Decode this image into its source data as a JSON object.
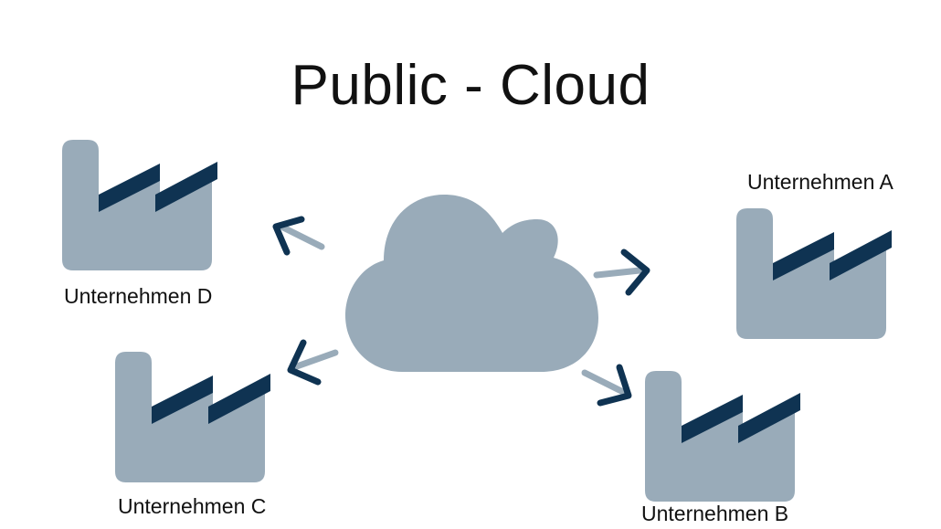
{
  "title": "Public - Cloud",
  "colors": {
    "light": "#99abb9",
    "dark": "#0f3352",
    "text": "#111111",
    "background": "#ffffff"
  },
  "center": {
    "name": "cloud",
    "icon": "cloud-icon"
  },
  "companies": [
    {
      "id": "A",
      "label": "Unternehmen A",
      "icon": "factory-icon"
    },
    {
      "id": "B",
      "label": "Unternehmen B",
      "icon": "factory-icon"
    },
    {
      "id": "C",
      "label": "Unternehmen C",
      "icon": "factory-icon"
    },
    {
      "id": "D",
      "label": "Unternehmen D",
      "icon": "factory-icon"
    }
  ],
  "connections": [
    {
      "from": "cloud",
      "to": "A",
      "icon": "arrow-right-icon"
    },
    {
      "from": "cloud",
      "to": "B",
      "icon": "arrow-down-right-icon"
    },
    {
      "from": "cloud",
      "to": "C",
      "icon": "arrow-down-left-icon"
    },
    {
      "from": "cloud",
      "to": "D",
      "icon": "arrow-up-left-icon"
    }
  ]
}
